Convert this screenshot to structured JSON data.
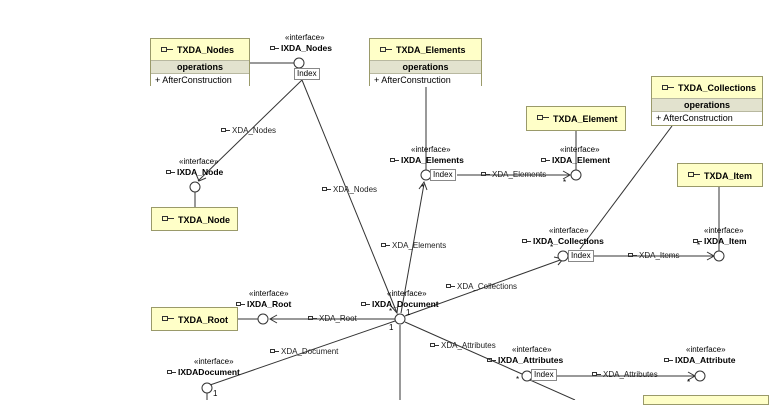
{
  "diagram": {
    "stereotype": "«interface»",
    "classes": {
      "txda_nodes": {
        "name": "TXDA_Nodes",
        "section": "operations",
        "op": "+ AfterConstruction"
      },
      "txda_elements": {
        "name": "TXDA_Elements",
        "section": "operations",
        "op": "+ AfterConstruction"
      },
      "txda_collections": {
        "name": "TXDA_Collections",
        "section": "operations",
        "op": "+ AfterConstruction"
      },
      "txda_element": {
        "name": "TXDA_Element"
      },
      "txda_item": {
        "name": "TXDA_Item"
      },
      "txda_node": {
        "name": "TXDA_Node"
      },
      "txda_root": {
        "name": "TXDA_Root"
      }
    },
    "interfaces": {
      "ixda_nodes": "IXDA_Nodes",
      "ixda_node": "IXDA_Node",
      "ixda_elements": "IXDA_Elements",
      "ixda_element": "IXDA_Element",
      "ixda_collections": "IXDA_Collections",
      "ixda_item": "IXDA_Item",
      "ixda_root": "IXDA_Root",
      "ixda_document": "IXDA_Document",
      "ixdadocument": "IXDADocument",
      "ixda_attributes": "IXDA_Attributes",
      "ixda_attribute": "IXDA_Attribute"
    },
    "qualifier": "Index",
    "associations": {
      "xda_nodes_a": "XDA_Nodes",
      "xda_nodes_b": "XDA_Nodes",
      "xda_elements_a": "XDA_Elements",
      "xda_elements_b": "XDA_Elements",
      "xda_collections": "XDA_Collections",
      "xda_items": "XDA_Items",
      "xda_root": "XDA_Root",
      "xda_document": "XDA_Document",
      "xda_attributes_a": "XDA_Attributes",
      "xda_attributes_b": "XDA_Attributes"
    },
    "multiplicity": {
      "many": "*",
      "one": "1"
    }
  }
}
